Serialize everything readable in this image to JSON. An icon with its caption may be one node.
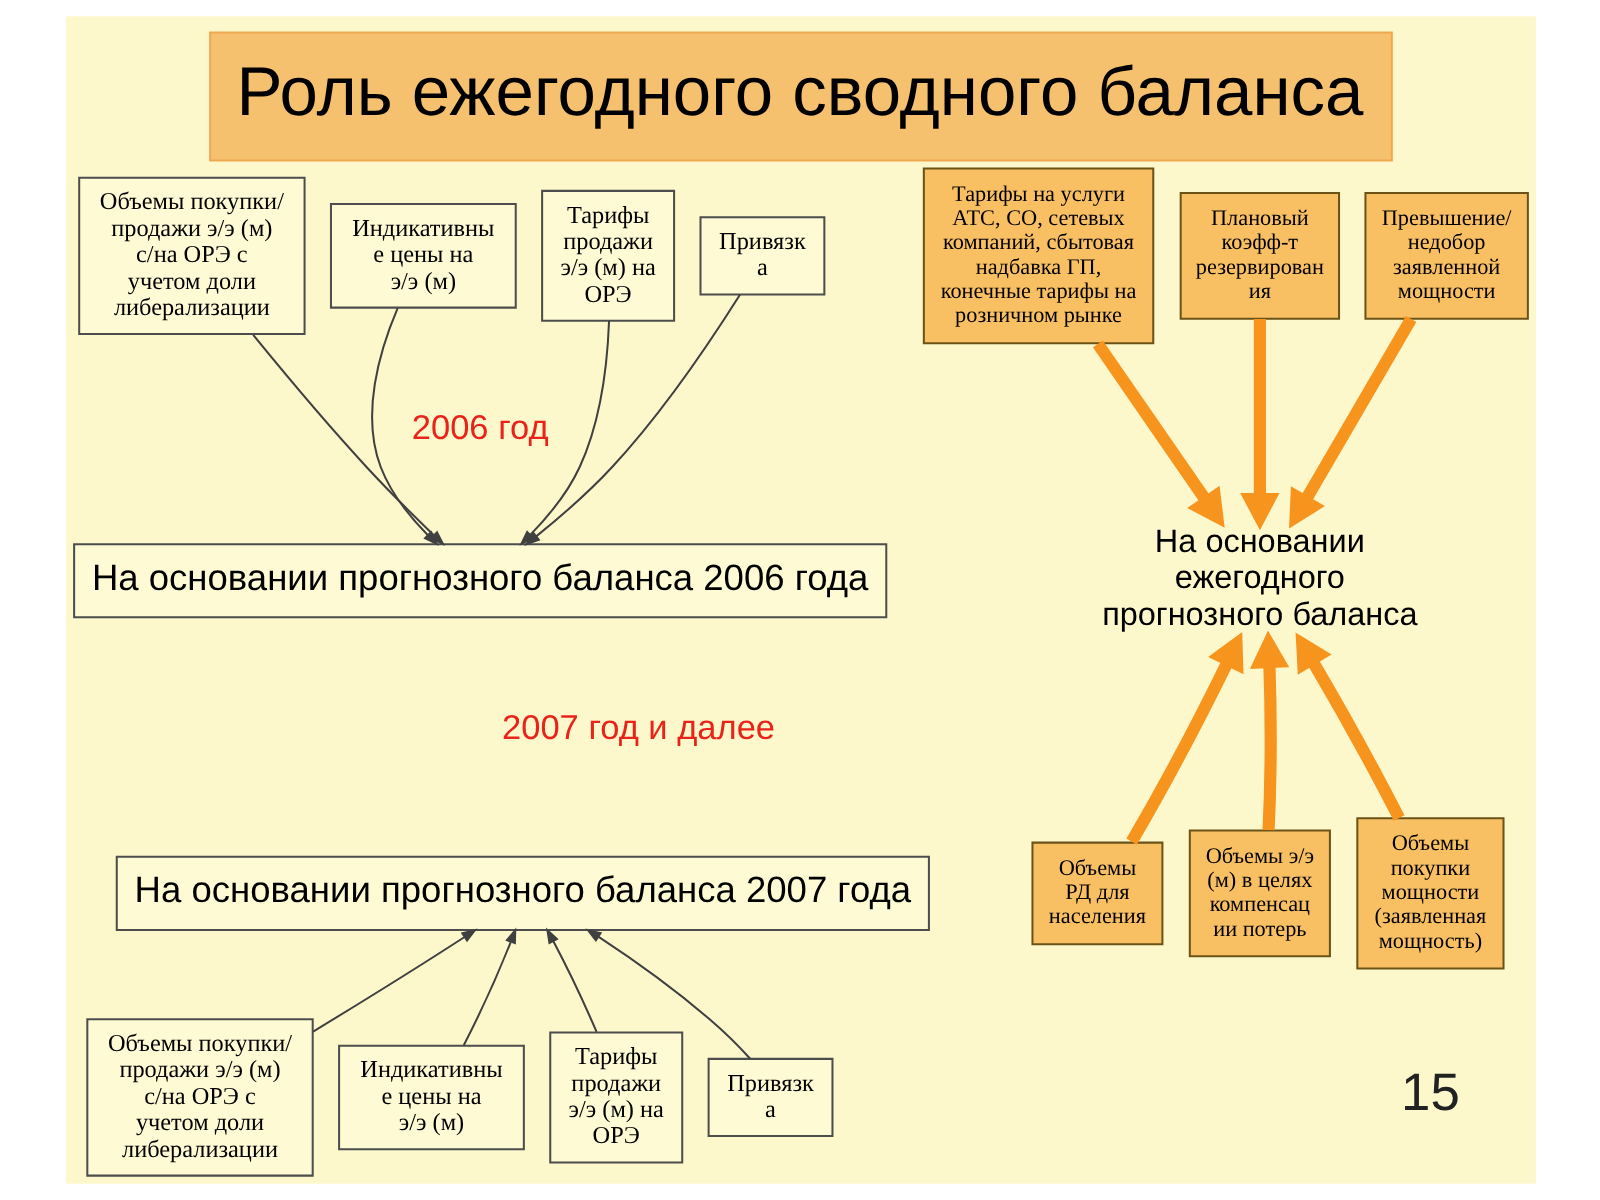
{
  "diagram": {
    "title": "Роль ежегодного сводного баланса",
    "nodes": [
      {
        "text": [
          "Объемы покупки/ продажи э/э (м) с/на ОРЭ с учетом доли либерализации"
        ]
      },
      {
        "text": [
          "Индикативны е цены на э/э (м)"
        ]
      },
      {
        "text": [
          "Тарифы продажи э/э (м) на ОРЭ"
        ]
      },
      {
        "text": [
          "Привязк а"
        ]
      },
      {
        "text": [
          "Тарифы на услуги АТС, СО, сетевых компаний, сбытовая надбавка ГП, конечные тарифы на розничном рынке"
        ]
      },
      {
        "text": [
          "Плановый коэфф-т резервирован ия"
        ]
      },
      {
        "text": [
          "Превышение/ недобор заявленной мощности"
        ]
      },
      {
        "text": [
          "На основании прогнозного баланса 2006 года"
        ]
      },
      {
        "text": [
          "На основании прогнозного баланса 2007 года"
        ]
      },
      {
        "text": [
          "Объемы покупки/ продажи э/э (м) с/на ОРЭ с учетом доли либерализации"
        ]
      },
      {
        "text": [
          "Индикативны е цены на э/э (м)"
        ]
      },
      {
        "text": [
          "Тарифы продажи э/э (м) на ОРЭ"
        ]
      },
      {
        "text": [
          "Привязк а"
        ]
      },
      {
        "text": [
          "На основании ежегодного прогнозного баланса"
        ]
      },
      {
        "text": [
          "Объемы РД для населения"
        ]
      },
      {
        "text": [
          "Объемы э/э (м) в целях компенсац ии потерь"
        ]
      },
      {
        "text": [
          "Объемы покупки мощности (заявленная мощность)"
        ]
      }
    ],
    "edges": [
      {
        "from": 0,
        "to": 7,
        "arrow": "to"
      },
      {
        "from": 1,
        "to": 7,
        "arrow": "to"
      },
      {
        "from": 2,
        "to": 7,
        "arrow": "to"
      },
      {
        "from": 3,
        "to": 7,
        "arrow": "to"
      },
      {
        "from": 4,
        "to": 13,
        "arrow": "to",
        "style": "thick",
        "color": "#f7941d"
      },
      {
        "from": 5,
        "to": 13,
        "arrow": "to",
        "style": "thick",
        "color": "#f7941d"
      },
      {
        "from": 6,
        "to": 13,
        "arrow": "to",
        "style": "thick",
        "color": "#f7941d"
      },
      {
        "from": 9,
        "to": 8,
        "arrow": "to"
      },
      {
        "from": 10,
        "to": 8,
        "arrow": "to"
      },
      {
        "from": 11,
        "to": 8,
        "arrow": "to"
      },
      {
        "from": 12,
        "to": 8,
        "arrow": "to"
      },
      {
        "from": 14,
        "to": 13,
        "arrow": "to",
        "style": "thick",
        "color": "#f7941d"
      },
      {
        "from": 15,
        "to": 13,
        "arrow": "to",
        "style": "thick",
        "color": "#f7941d"
      },
      {
        "from": 16,
        "to": 13,
        "arrow": "to",
        "style": "thick",
        "color": "#f7941d"
      }
    ],
    "labels": [
      "2006 год",
      "2007 год и далее",
      "15"
    ]
  }
}
